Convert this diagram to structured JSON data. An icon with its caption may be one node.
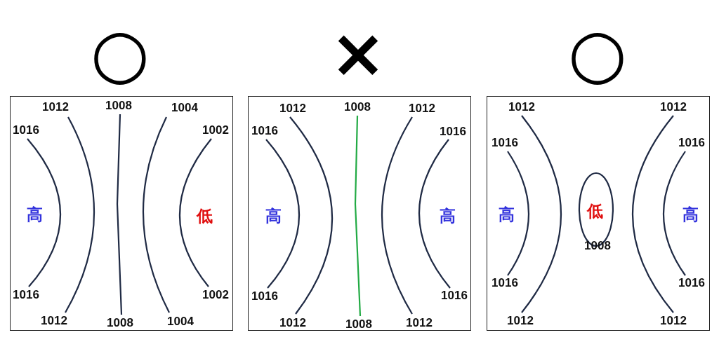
{
  "diagram": {
    "nodes": [
      {
        "text": [
          "○",
          "1012",
          "1008",
          "1004",
          "1016",
          "1002",
          "高",
          "低",
          "1016",
          "1002",
          "1012",
          "1008",
          "1004"
        ]
      },
      {
        "text": [
          "×",
          "1012",
          "1008",
          "1012",
          "1016",
          "1016",
          "高",
          "高",
          "1016",
          "1016",
          "1012",
          "1008",
          "1012"
        ]
      },
      {
        "text": [
          "○",
          "1012",
          "1012",
          "1016",
          "1016",
          "高",
          "低",
          "高",
          "1008",
          "1016",
          "1016",
          "1012",
          "1012"
        ]
      }
    ]
  }
}
